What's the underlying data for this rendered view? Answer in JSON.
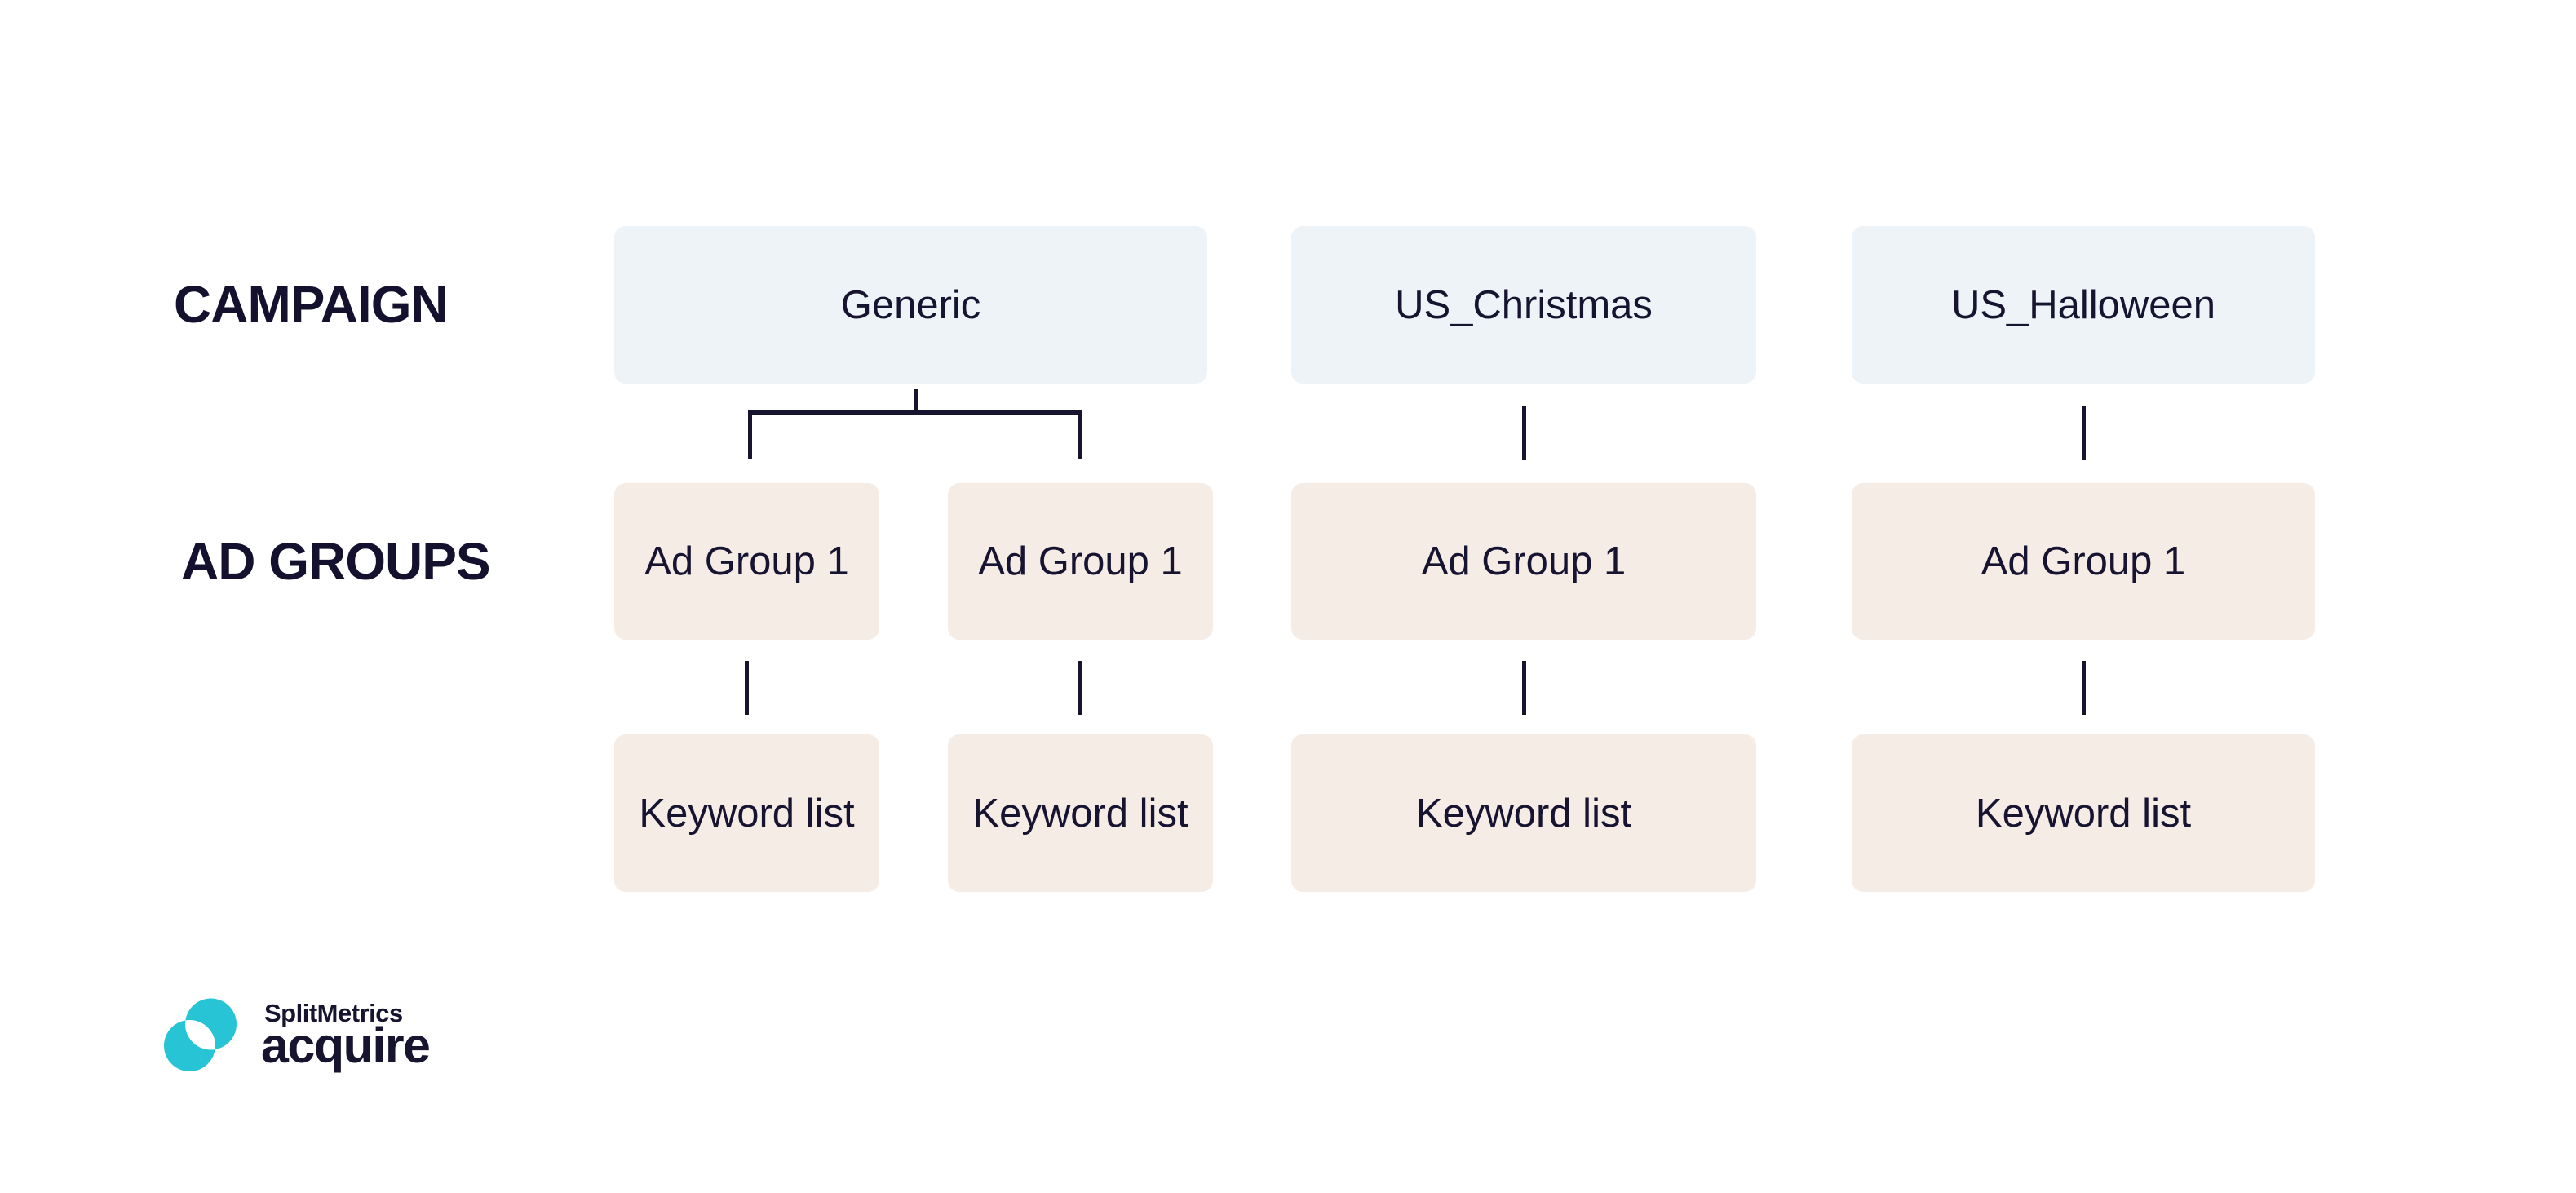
{
  "diagram": {
    "row_labels": {
      "campaign": "CAMPAIGN",
      "ad_groups": "AD GROUPS"
    },
    "campaigns": [
      {
        "name": "Generic",
        "ad_groups": [
          {
            "name": "Ad Group 1",
            "keyword_list": "Keyword list"
          },
          {
            "name": "Ad Group 1",
            "keyword_list": "Keyword list"
          }
        ]
      },
      {
        "name": "US_Christmas",
        "ad_groups": [
          {
            "name": "Ad Group 1",
            "keyword_list": "Keyword list"
          }
        ]
      },
      {
        "name": "US_Halloween",
        "ad_groups": [
          {
            "name": "Ad Group 1",
            "keyword_list": "Keyword list"
          }
        ]
      }
    ]
  },
  "logo": {
    "brand": "SplitMetrics",
    "product": "acquire"
  },
  "colors": {
    "background": "#FFFFFF",
    "campaign_box": "#EEF3F7",
    "ad_group_box": "#F5ECE5",
    "keyword_box": "#F5ECE5",
    "connector": "#16142F",
    "box_text": "#171431",
    "row_label_text": "#14112E",
    "logo_teal": "#27C4D6",
    "logo_navy": "#16142F"
  }
}
